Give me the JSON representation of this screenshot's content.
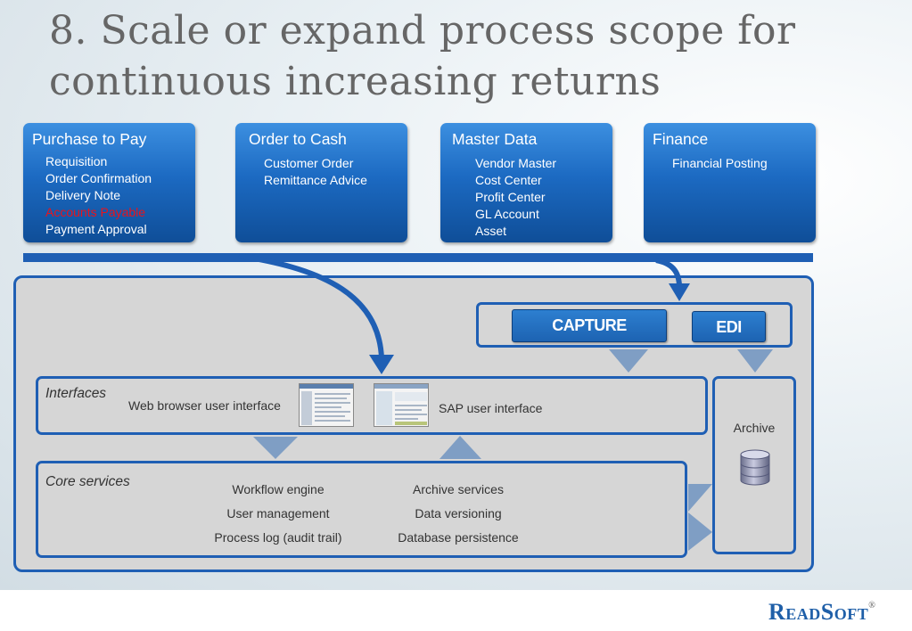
{
  "title": {
    "line1": "8. Scale or expand process scope for",
    "line2": "continuous increasing returns"
  },
  "processes": [
    {
      "title": "Purchase to Pay",
      "items": [
        "Requisition",
        "Order Confirmation",
        "Delivery Note",
        "Accounts Payable",
        "Payment Approval"
      ],
      "highlight_index": 3,
      "highlight_color": "#e8141c"
    },
    {
      "title": "Order to Cash",
      "items": [
        "Customer Order",
        "Remittance Advice"
      ]
    },
    {
      "title": "Master Data",
      "items": [
        "Vendor Master",
        "Cost Center",
        "Profit Center",
        "GL Account",
        "Asset"
      ]
    },
    {
      "title": "Finance",
      "items": [
        "Financial Posting"
      ]
    }
  ],
  "capture": {
    "capture_label": "CAPTURE",
    "edi_label": "EDI"
  },
  "interfaces": {
    "label": "Interfaces",
    "web_label": "Web browser user interface",
    "sap_label": "SAP user interface"
  },
  "core_services": {
    "label": "Core services",
    "left_items": [
      "Workflow engine",
      "User management",
      "Process log (audit trail)"
    ],
    "right_items": [
      "Archive services",
      "Data versioning",
      "Database persistence"
    ]
  },
  "archive": {
    "label": "Archive",
    "icon": "database-icon"
  },
  "logo": {
    "text": "ReadSoft",
    "mark": "®"
  },
  "colors": {
    "accent": "#1f5fb4",
    "panel": "#d6d6d6",
    "connector": "#7f9ec4",
    "highlight": "#e8141c"
  }
}
